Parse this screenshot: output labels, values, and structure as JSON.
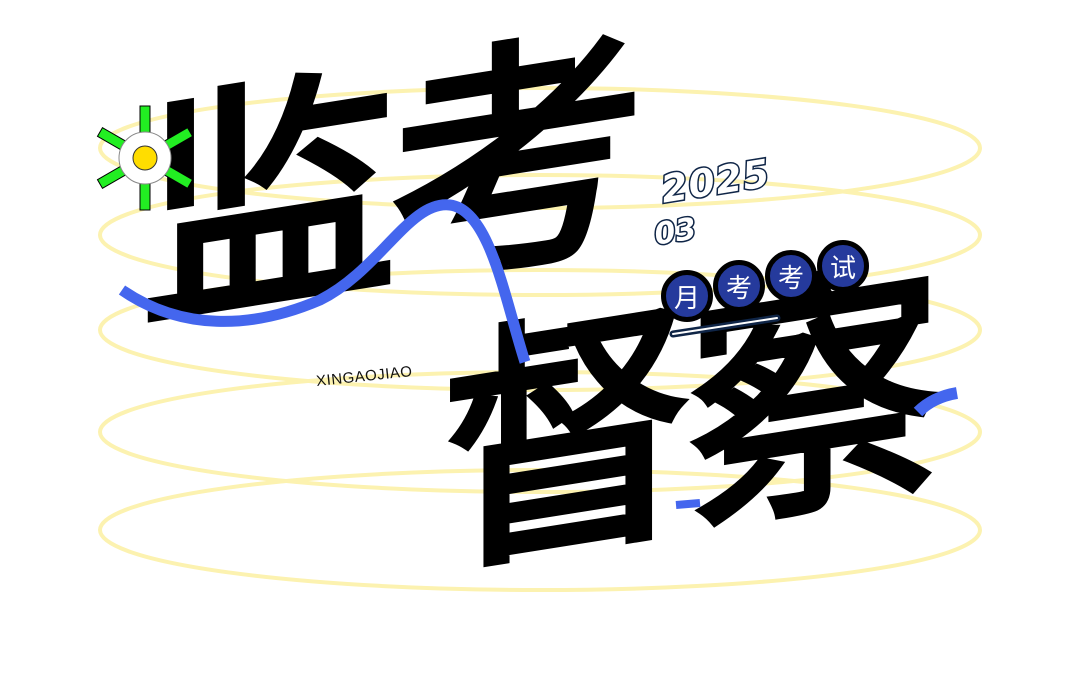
{
  "title": {
    "top_word": "监考",
    "bottom_word": "督察",
    "pinyin": "XINGAOJIAO"
  },
  "date": {
    "year": "2025",
    "month": "03"
  },
  "badge": {
    "chars": [
      "月",
      "考",
      "考",
      "试"
    ]
  },
  "colors": {
    "background": "#ffffff",
    "text": "#000000",
    "accent_line": "#4466ee",
    "ellipse": "#fdf3b0",
    "pill_fill": "#253a9c",
    "sun_rays": "#22ee22",
    "sun_core": "#ffdd00",
    "year_stroke": "#0f2547"
  },
  "icons": {
    "sun": "sun-icon"
  }
}
